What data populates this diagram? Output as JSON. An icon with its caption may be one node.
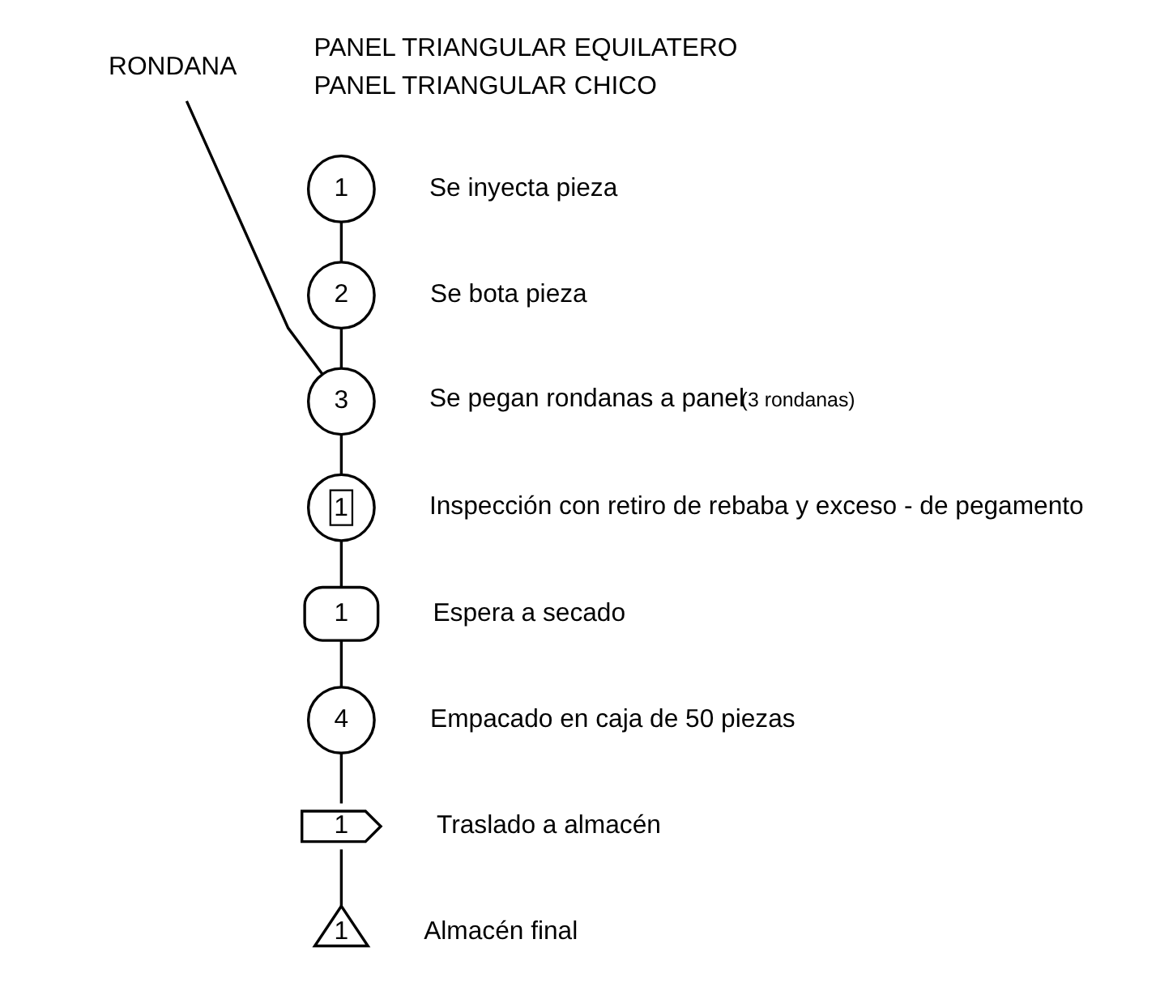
{
  "diagram": {
    "nodes": [
      {
        "text": [
          "RONDANA"
        ]
      },
      {
        "text": [
          "1"
        ],
        "beside": [
          "Se inyecta pieza"
        ]
      },
      {
        "text": [
          "2"
        ],
        "beside": [
          "Se bota pieza"
        ]
      },
      {
        "text": [
          "3"
        ],
        "beside": [
          "Se pegan rondanas a panel",
          "(3 rondanas)"
        ]
      },
      {
        "text": [
          "1"
        ],
        "beside": [
          "Inspección con retiro de rebaba y exceso - de pegamento"
        ]
      },
      {
        "text": [
          "1"
        ],
        "beside": [
          "Espera a secado"
        ]
      },
      {
        "text": [
          "4"
        ],
        "beside": [
          "Empacado en caja de 50 piezas"
        ]
      },
      {
        "text": [
          "1"
        ],
        "beside": [
          "Traslado a almacén"
        ]
      },
      {
        "text": [
          "1"
        ],
        "beside": [
          "Almacén final"
        ]
      }
    ],
    "edges": [
      {
        "from": 0,
        "to": 3,
        "arrow": "none"
      },
      {
        "from": 1,
        "to": 2,
        "arrow": "none"
      },
      {
        "from": 2,
        "to": 3,
        "arrow": "none"
      },
      {
        "from": 3,
        "to": 4,
        "arrow": "none"
      },
      {
        "from": 4,
        "to": 5,
        "arrow": "none"
      },
      {
        "from": 5,
        "to": 6,
        "arrow": "none"
      },
      {
        "from": 6,
        "to": 7,
        "arrow": "none"
      },
      {
        "from": 7,
        "to": 8,
        "arrow": "none"
      }
    ],
    "labels": [
      "PANEL TRIANGULAR EQUILATERO",
      "PANEL TRIANGULAR CHICO"
    ]
  }
}
